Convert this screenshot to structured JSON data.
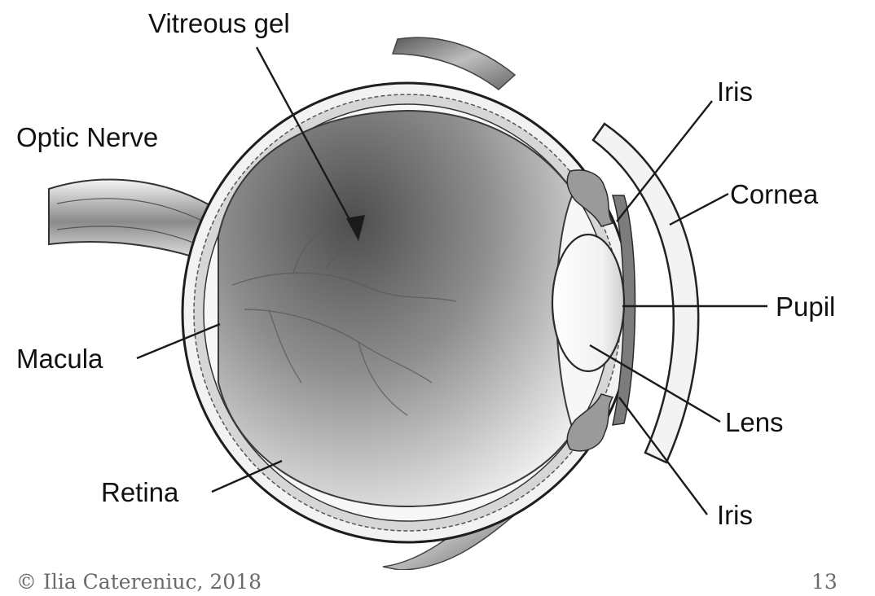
{
  "diagram": {
    "labels": {
      "vitreous_gel": "Vitreous gel",
      "optic_nerve": "Optic Nerve",
      "iris_top": "Iris",
      "cornea": "Cornea",
      "pupil": "Pupil",
      "macula": "Macula",
      "lens": "Lens",
      "retina": "Retina",
      "iris_bottom": "Iris"
    }
  },
  "footer": {
    "copyright": "© Ilia Catereniuc, 2018",
    "page_number": "13"
  }
}
